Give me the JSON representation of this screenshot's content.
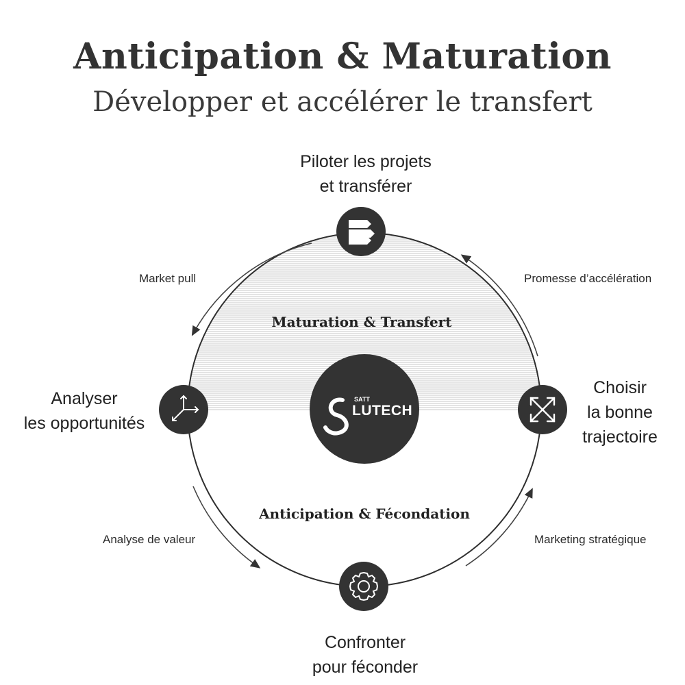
{
  "header": {
    "title": "Anticipation & Maturation",
    "subtitle": "Développer et accélérer le transfert"
  },
  "center": {
    "logo_small": "SATT",
    "logo_main": "LUTECH"
  },
  "halves": {
    "top": "Maturation & Transfert",
    "bottom": "Anticipation & Fécondation"
  },
  "nodes": {
    "top": {
      "line1": "Piloter les projets",
      "line2": "et transférer",
      "icon": "stacked-arrows-icon"
    },
    "right": {
      "line1": "Choisir",
      "line2": "la bonne",
      "line3": "trajectoire",
      "icon": "crossed-arrows-icon"
    },
    "bottom": {
      "line1": "Confronter",
      "line2": "pour féconder",
      "icon": "gear-icon"
    },
    "left": {
      "line1": "Analyser",
      "line2": "les opportunités",
      "icon": "branch-arrows-icon"
    }
  },
  "arcs": {
    "top_left": "Market pull",
    "top_right": "Promesse d’accélération",
    "bottom_right": "Marketing stratégique",
    "bottom_left": "Analyse de valeur"
  },
  "colors": {
    "node_fill": "#333333",
    "text": "#2b2b2b",
    "hatch": "#c8c8c8"
  }
}
